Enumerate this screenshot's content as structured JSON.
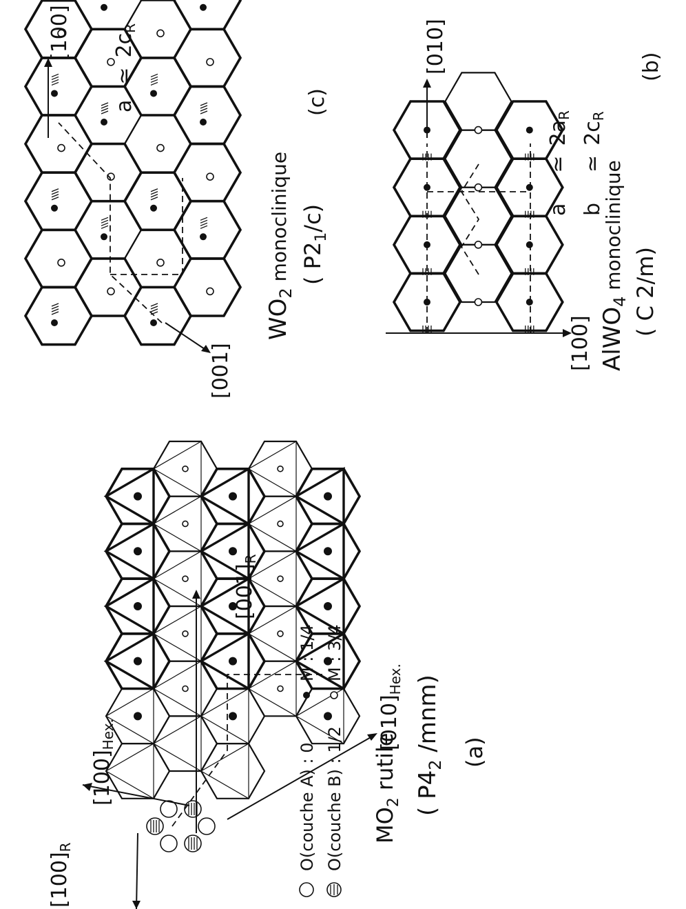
{
  "figure": {
    "panel_a": {
      "axis_100_r_main": "[100]",
      "axis_100_r_sub": "R",
      "axis_100_hex_main": "[100]",
      "axis_100_hex_sub": "Hex.",
      "axis_010_hex_main": "[010]",
      "axis_010_hex_sub": "Hex.",
      "axis_001_r_main": "[001]",
      "axis_001_r_sub": "R",
      "legend_o_a": "O(couche A) : 0",
      "legend_o_b": "O(couche B) : 1/2",
      "legend_m_14": "M : 1/4",
      "legend_m_34": "M : 3/4",
      "compound_main": "MO",
      "compound_sub": "2",
      "compound_suffix": " rutile",
      "space_group_pre": "( P4",
      "space_group_sub": "2",
      "space_group_post": " /mnm)",
      "panel_label": "(a)"
    },
    "panel_b": {
      "axis_010": "[010]",
      "axis_100": "[100]",
      "compound_main": "AlWO",
      "compound_sub": "4",
      "compound_suffix": "  monoclinique",
      "space_group": "( C 2/m)",
      "relation_a_letter": "a",
      "relation_a_approx": "≃",
      "relation_a_value": "2a",
      "relation_a_sub": "R",
      "relation_b_letter": "b",
      "relation_b_approx": "≃",
      "relation_b_value": "2c",
      "relation_b_sub": "R",
      "panel_label": "(b)"
    },
    "panel_c": {
      "axis_100": "[100]",
      "axis_001": "[001]",
      "compound_main": "WO",
      "compound_sub": "2",
      "compound_suffix": " monoclinique",
      "space_group_pre": "( P2",
      "space_group_sub": "1",
      "space_group_post": "/c)",
      "relation_a_letter": "a",
      "relation_a_approx": "≃",
      "relation_a_value": "2c",
      "relation_a_sub": "R",
      "panel_label": "(c)"
    }
  }
}
